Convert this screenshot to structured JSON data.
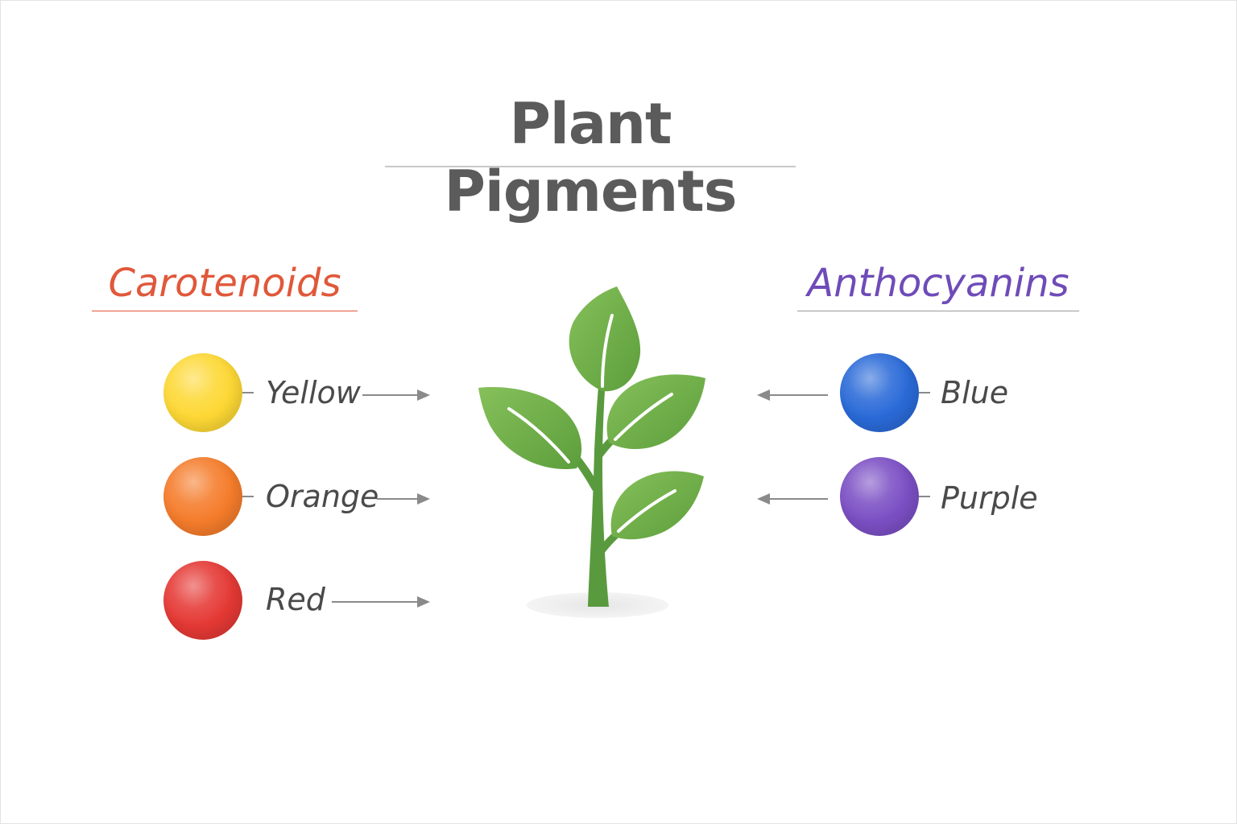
{
  "title": "Plant Pigments",
  "groups": {
    "carotenoids": {
      "heading": "Carotenoids",
      "color": "#e0583a",
      "items": [
        {
          "label": "Yellow",
          "color": "#fdd835"
        },
        {
          "label": "Orange",
          "color": "#f57c2b"
        },
        {
          "label": "Red",
          "color": "#e53935"
        }
      ]
    },
    "anthocyanins": {
      "heading": "Anthocyanins",
      "color": "#6f4bb8",
      "items": [
        {
          "label": "Blue",
          "color": "#2a6ad8"
        },
        {
          "label": "Purple",
          "color": "#7b4fc4"
        }
      ]
    }
  },
  "plant": {
    "icon": "plant-sprout-icon",
    "leaf_color": "#6ab04c",
    "stem_color": "#5a9a3e"
  },
  "arrow_color": "#8a8a8a"
}
